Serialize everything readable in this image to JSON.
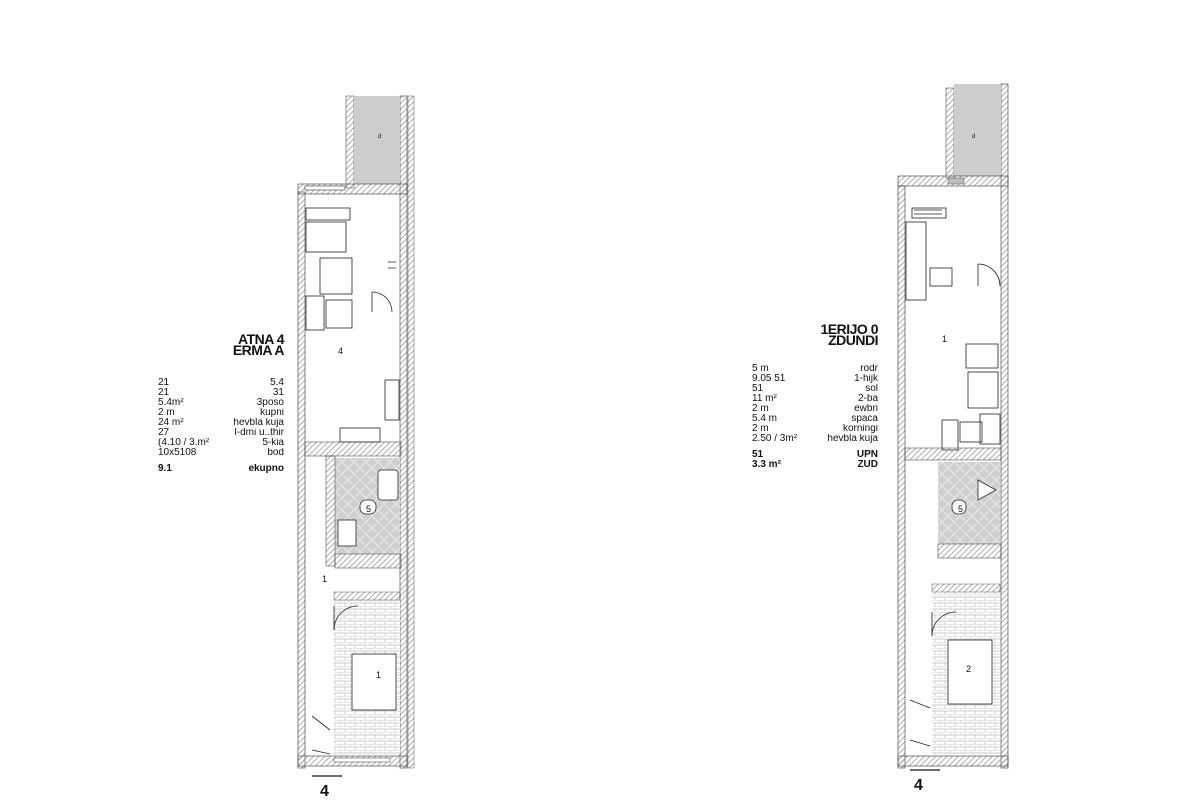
{
  "left_plan": {
    "title_line1": "ATNA 4",
    "title_line2": "ERMA A",
    "legend_rows": [
      [
        "21",
        "5.4"
      ],
      [
        "21",
        "31"
      ],
      [
        "5.4m²",
        "3poso"
      ],
      [
        "2 m",
        "kupni"
      ],
      [
        "24 m²",
        "hevbla kuja"
      ],
      [
        "27",
        "l-dmi u..thir"
      ],
      [
        "(4.10 / 3.m²",
        "5-kia"
      ],
      [
        "10x5108",
        "bod"
      ]
    ],
    "total_row": [
      "9.1",
      "ekupno"
    ],
    "room_labels": [
      "1",
      "4",
      "5",
      "1"
    ],
    "marker": "4"
  },
  "right_plan": {
    "title_line1": "1ERIJO 0",
    "title_line2": "ZDUNDI",
    "legend_rows": [
      [
        "5 m",
        "rodr"
      ],
      [
        "9.05 51",
        "1-hijk"
      ],
      [
        "51",
        "sol"
      ],
      [
        "11 m²",
        "2-ba"
      ],
      [
        "2 m",
        "ewbri"
      ],
      [
        "5.4 m",
        "spaca"
      ],
      [
        "2 m",
        "korningi"
      ],
      [
        "2.50 / 3m²",
        "hevbla kuja"
      ]
    ],
    "total_row": [
      "51",
      "UPN"
    ],
    "total_row2": [
      "3.3 m²",
      "ZUD"
    ],
    "room_labels": [
      "1",
      "5",
      "2"
    ],
    "marker": "4"
  },
  "colors": {
    "wall": "#9a9a9a",
    "hatch": "#bdbdbd",
    "shaded_room": "#c8c8c8",
    "line": "#111111"
  }
}
